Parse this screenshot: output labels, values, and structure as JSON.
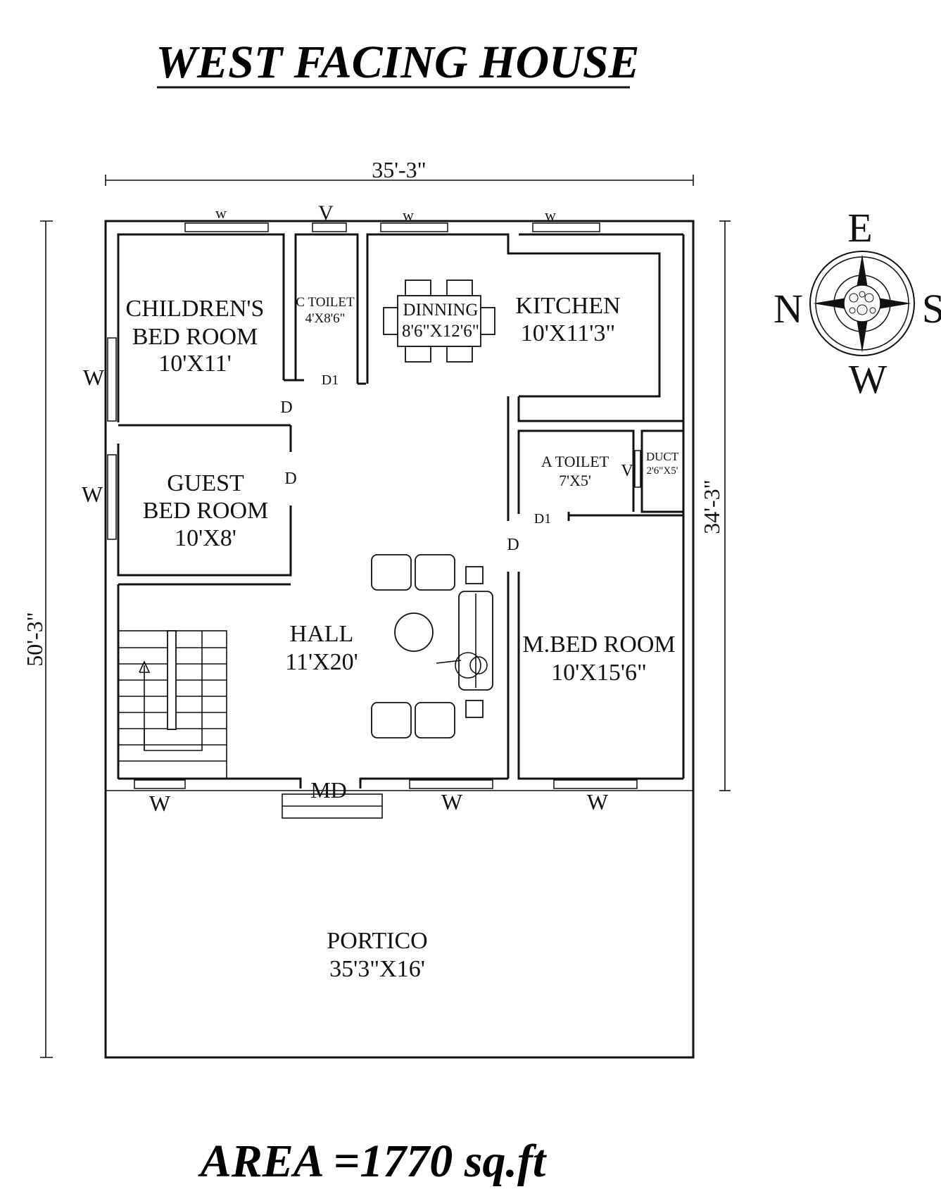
{
  "title": "WEST FACING HOUSE",
  "area": "AREA =1770 sq.ft",
  "dimensions": {
    "overall_width": "35'-3\"",
    "overall_length": "50'-3\"",
    "house_length": "34'-3\""
  },
  "compass": {
    "east": "E",
    "north": "N",
    "south": "S",
    "west": "W"
  },
  "rooms": {
    "children_bed": {
      "name_line1": "CHILDREN'S",
      "name_line2": "BED ROOM",
      "size": "10'X11'"
    },
    "c_toilet": {
      "name": "C TOILET",
      "size": "4'X8'6\""
    },
    "dinning": {
      "name": "DINNING",
      "size": "8'6\"X12'6\""
    },
    "kitchen": {
      "name": "KITCHEN",
      "size": "10'X11'3\""
    },
    "guest_bed": {
      "name_line1": "GUEST",
      "name_line2": "BED ROOM",
      "size": "10'X8'"
    },
    "a_toilet": {
      "name": "A TOILET",
      "size": "7'X5'"
    },
    "duct": {
      "name": "DUCT",
      "size": "2'6\"X5'"
    },
    "hall": {
      "name": "HALL",
      "size": "11'X20'"
    },
    "master_bed": {
      "name": "M.BED ROOM",
      "size": "10'X15'6\""
    },
    "portico": {
      "name": "PORTICO",
      "size": "35'3\"X16'"
    }
  },
  "labels": {
    "window": "W",
    "window_small": "w",
    "ventilator": "V",
    "door": "D",
    "door_d1": "D1",
    "main_door": "MD"
  }
}
